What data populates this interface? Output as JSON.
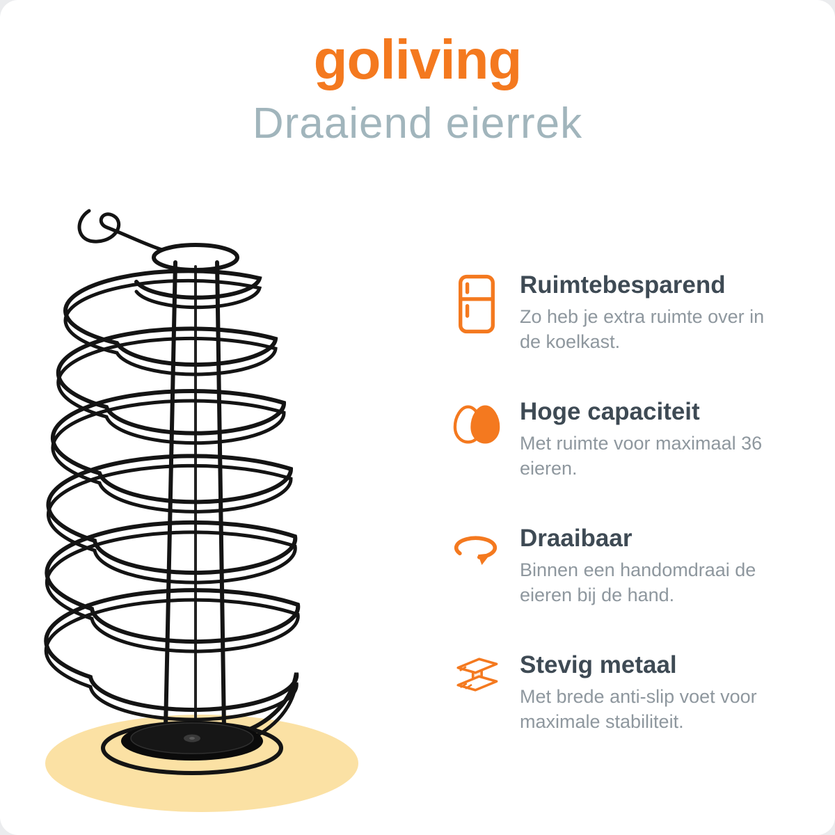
{
  "brand": {
    "logo": "goliving",
    "subtitle": "Draaiend eierrek"
  },
  "colors": {
    "accent": "#F4791F",
    "heading": "#3E4A54",
    "body_text": "#8E979E",
    "subtitle": "#A1B5BC",
    "shadow_ellipse": "#FBE1A4",
    "product_wire": "#141414"
  },
  "product": {
    "name": "spiral-egg-rack",
    "description": "zwart metalen draaiend spiraal eierrek op ronde voet"
  },
  "features": [
    {
      "icon": "fridge-icon",
      "title": "Ruimtebesparend",
      "description": "Zo heb je extra ruimte over in de koelkast."
    },
    {
      "icon": "eggs-icon",
      "title": "Hoge capaciteit",
      "description": "Met ruimte voor maximaal 36 eieren."
    },
    {
      "icon": "rotate-icon",
      "title": "Draaibaar",
      "description": "Binnen een handomdraai de eieren bij de hand."
    },
    {
      "icon": "steel-beam-icon",
      "title": "Stevig metaal",
      "description": "Met brede anti-slip voet voor maximale stabiliteit."
    }
  ]
}
